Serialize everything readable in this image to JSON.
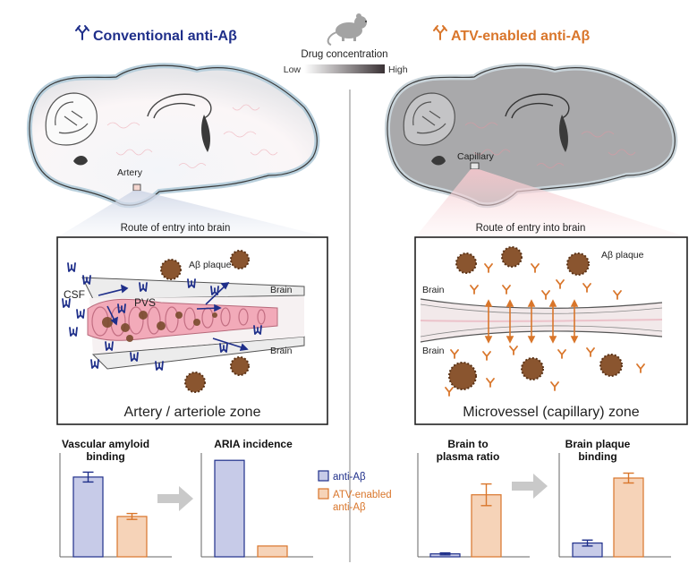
{
  "left_title": "Conventional anti-Aβ",
  "right_title": "ATV-enabled anti-Aβ",
  "drug_concentration": {
    "label": "Drug concentration",
    "low": "Low",
    "high": "High"
  },
  "left_brain": {
    "vessel_label": "Artery"
  },
  "right_brain": {
    "vessel_label": "Capillary"
  },
  "route_label": "Route of entry into brain",
  "left_zone": {
    "plaque_label": "Aβ plaque",
    "csf_label": "CSF",
    "pvs_label": "PVS",
    "brain_top": "Brain",
    "brain_bottom": "Brain",
    "caption": "Artery / arteriole zone"
  },
  "right_zone": {
    "plaque_label": "Aβ plaque",
    "brain_top": "Brain",
    "brain_bottom": "Brain",
    "caption": "Microvessel (capillary) zone"
  },
  "legend": {
    "anti_ab": "anti-Aβ",
    "atv_line1": "ATV-enabled",
    "atv_line2": "anti-Aβ"
  },
  "colors": {
    "navy": "#1f2f8a",
    "orange": "#d9762b",
    "anti_fill": "#c7cbe8",
    "atv_fill": "#f6d3b8",
    "gray": "#8c8c8c"
  },
  "chart_data": [
    {
      "type": "bar",
      "title": "Vascular amyloid binding",
      "categories": [
        "anti-Aβ",
        "ATV-enabled anti-Aβ"
      ],
      "values": [
        0.81,
        0.41
      ],
      "errors": [
        0.05,
        0.03
      ],
      "ylim": [
        0,
        1
      ]
    },
    {
      "type": "bar",
      "title": "ARIA incidence",
      "categories": [
        "anti-Aβ",
        "ATV-enabled anti-Aβ"
      ],
      "values": [
        0.98,
        0.11
      ],
      "errors": [
        0,
        0
      ],
      "ylim": [
        0,
        1
      ]
    },
    {
      "type": "bar",
      "title": "Brain to plasma ratio",
      "categories": [
        "anti-Aβ",
        "ATV-enabled anti-Aβ"
      ],
      "values": [
        0.03,
        0.63
      ],
      "errors": [
        0.01,
        0.11
      ],
      "ylim": [
        0,
        1
      ]
    },
    {
      "type": "bar",
      "title": "Brain plaque binding",
      "categories": [
        "anti-Aβ",
        "ATV-enabled anti-Aβ"
      ],
      "values": [
        0.14,
        0.8
      ],
      "errors": [
        0.03,
        0.05
      ],
      "ylim": [
        0,
        1
      ]
    }
  ],
  "charts_text": [
    {
      "title_line1": "Vascular amyloid",
      "title_line2": "binding"
    },
    {
      "title_line1": "ARIA incidence",
      "title_line2": ""
    },
    {
      "title_line1": "Brain to",
      "title_line2": "plasma ratio"
    },
    {
      "title_line1": "Brain plaque",
      "title_line2": "binding"
    }
  ]
}
